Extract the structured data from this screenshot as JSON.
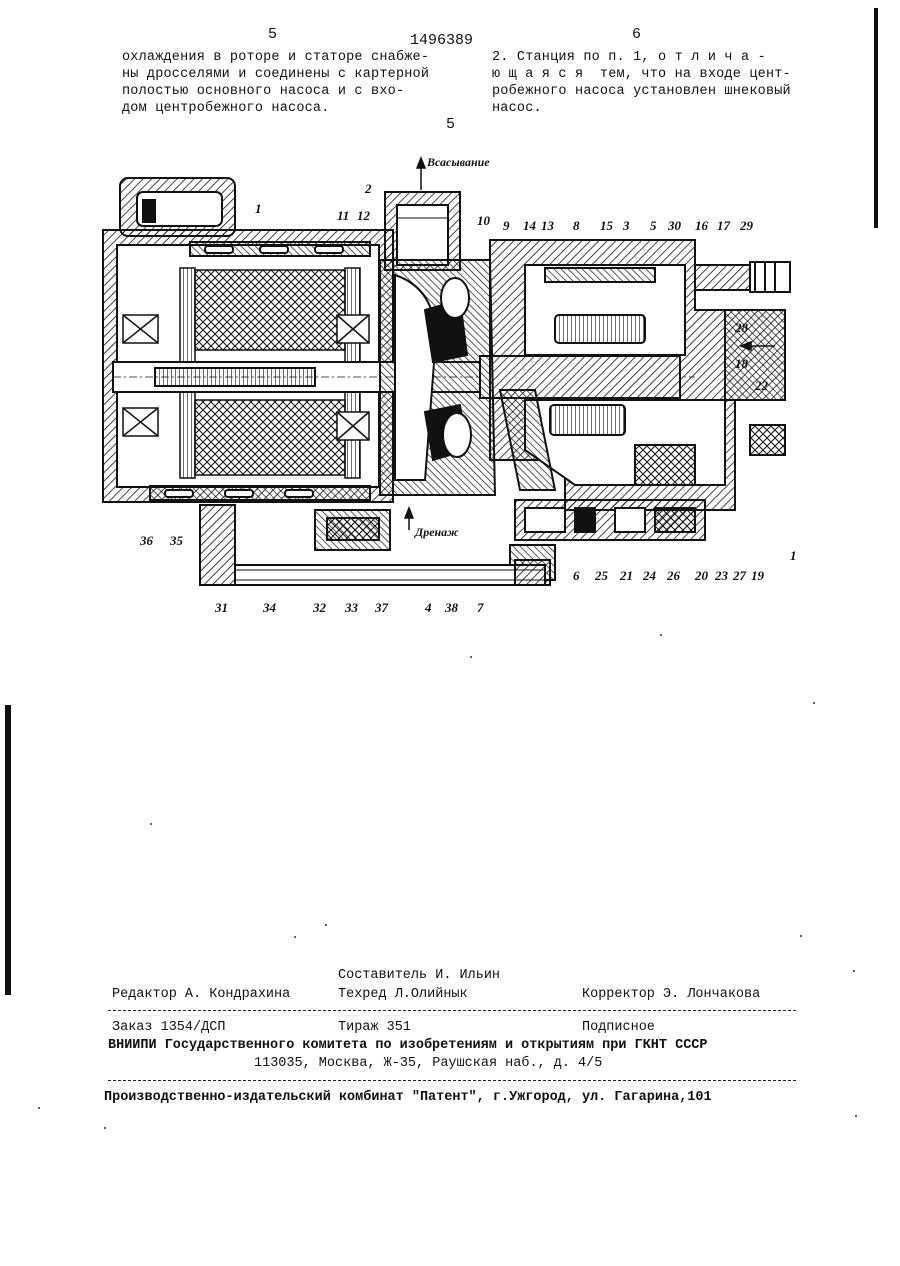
{
  "header": {
    "page_left": "5",
    "patent_number": "1496389",
    "page_right": "6",
    "line_marker": "5"
  },
  "columns": {
    "left": [
      "охлаждения в роторе и статоре снабже-",
      "ны дросселями и соединены с картерной",
      "полостью основного насоса и с вхо-",
      "дом центробежного насоса."
    ],
    "right": [
      "2. Станция по п. 1, о т л и ч а -",
      "ю щ а я с я  тем, что на входе цент-",
      "робежного насоса установлен шнековый",
      "насос."
    ]
  },
  "figure": {
    "flow_labels": {
      "suction": "Всасывание",
      "drain": "Дренаж"
    },
    "callouts_top": [
      "1",
      "2",
      "11",
      "12",
      "10",
      "9",
      "14",
      "13",
      "8",
      "15",
      "3",
      "5",
      "30",
      "16",
      "17",
      "29"
    ],
    "callouts_right": [
      "28",
      "18",
      "22"
    ],
    "callouts_bottom": [
      "36",
      "35",
      "31",
      "34",
      "32",
      "33",
      "37",
      "4",
      "38",
      "7",
      "6",
      "25",
      "21",
      "24",
      "26",
      "20",
      "23",
      "27",
      "19",
      "1"
    ]
  },
  "imprint": {
    "compiler": "Составитель И. Ильин",
    "editor": "Редактор А. Кондрахина",
    "techred": "Техред Л.Олийнык",
    "corrector": "Корректор Э. Лончакова",
    "order": "Заказ 1354/ДСП",
    "circulation": "Тираж 351",
    "subscription": "Подписное",
    "org_line1": "ВНИИПИ Государственного комитета по изобретениям и открытиям при ГКНТ СССР",
    "org_line2": "113035, Москва, Ж-35, Раушская наб., д. 4/5",
    "publisher": "Производственно-издательский комбинат \"Патент\", г.Ужгород, ул. Гагарина,101"
  }
}
